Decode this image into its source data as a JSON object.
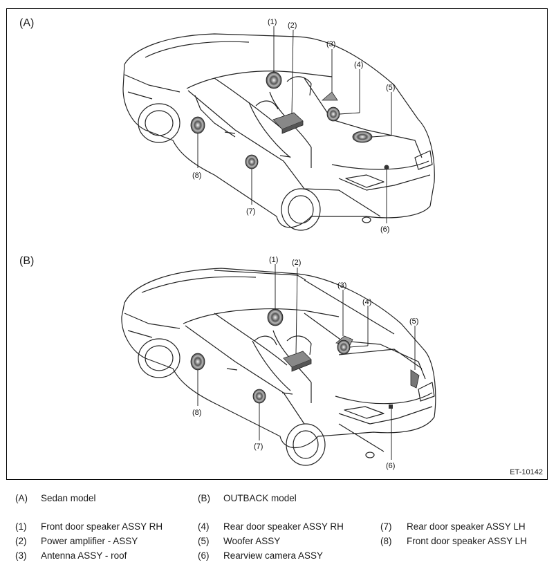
{
  "figure": {
    "code": "ET-10142",
    "panels": [
      {
        "id": "A",
        "label": "(A)"
      },
      {
        "id": "B",
        "label": "(B)"
      }
    ],
    "callouts": [
      "(1)",
      "(2)",
      "(3)",
      "(4)",
      "(5)",
      "(6)",
      "(7)",
      "(8)"
    ]
  },
  "legend": {
    "models": [
      {
        "code": "(A)",
        "text": "Sedan model"
      },
      {
        "code": "(B)",
        "text": "OUTBACK model"
      }
    ],
    "parts": [
      {
        "code": "(1)",
        "text": "Front door speaker ASSY RH"
      },
      {
        "code": "(2)",
        "text": "Power amplifier - ASSY"
      },
      {
        "code": "(3)",
        "text": "Antenna ASSY - roof"
      },
      {
        "code": "(4)",
        "text": "Rear door speaker ASSY RH"
      },
      {
        "code": "(5)",
        "text": "Woofer ASSY"
      },
      {
        "code": "(6)",
        "text": "Rearview camera ASSY"
      },
      {
        "code": "(7)",
        "text": "Rear door speaker ASSY LH"
      },
      {
        "code": "(8)",
        "text": "Front door speaker ASSY LH"
      }
    ]
  }
}
